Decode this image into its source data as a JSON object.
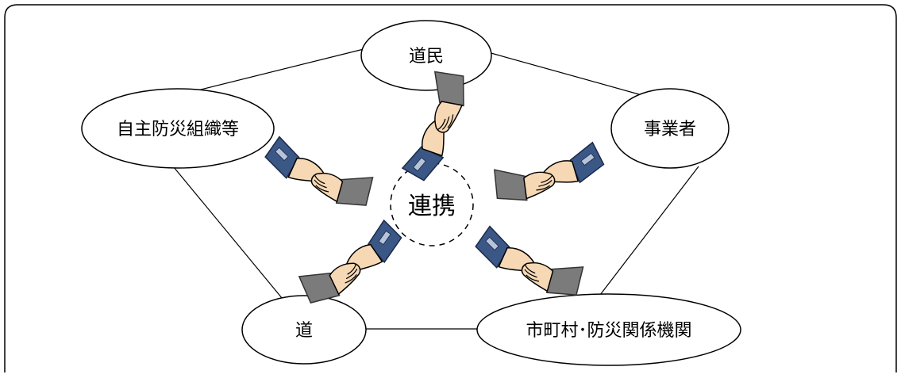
{
  "nodes": {
    "doumin": "道民",
    "jishu_bousai": "自主防災組織等",
    "jigyousha": "事業者",
    "dou": "道",
    "shichouson": "市町村･防災関係機関"
  },
  "center": "連携",
  "icons": [
    "handshake-icon",
    "handshake-icon",
    "handshake-icon",
    "handshake-icon",
    "handshake-icon"
  ],
  "colors": {
    "sleeve_blue": "#3b5786",
    "sleeve_gray": "#7b7b7b",
    "skin": "#f6d8b4"
  }
}
